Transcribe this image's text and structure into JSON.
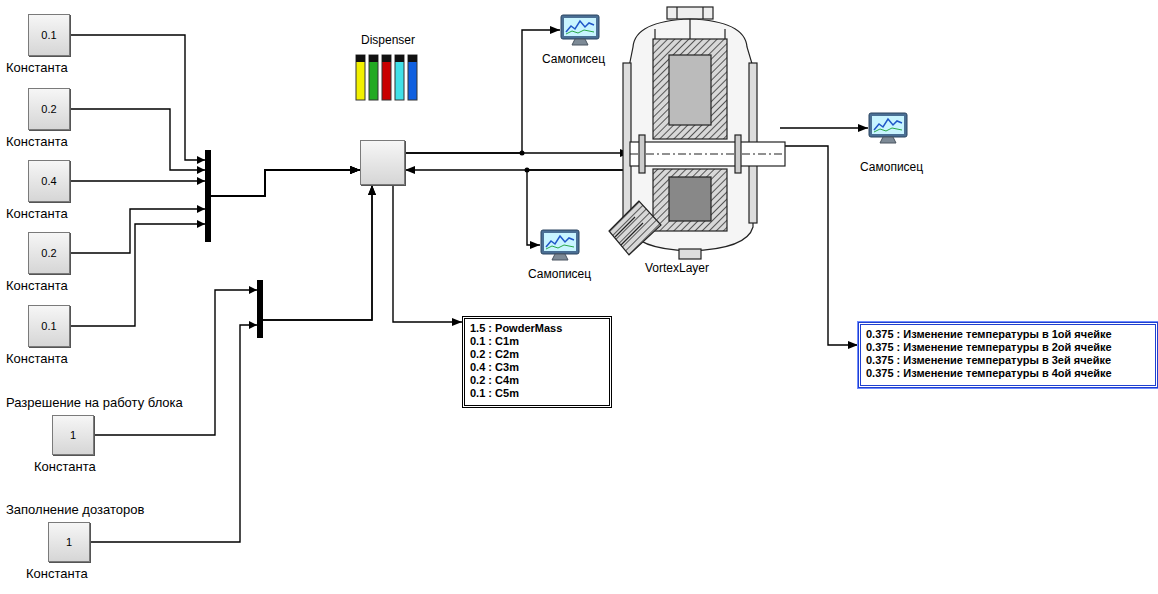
{
  "diagram": {
    "nodes": [
      {
        "text": [
          "0.1",
          "Константа"
        ]
      },
      {
        "text": [
          "0.2",
          "Константа"
        ]
      },
      {
        "text": [
          "0.4",
          "Константа"
        ]
      },
      {
        "text": [
          "0.2",
          "Константа"
        ]
      },
      {
        "text": [
          "0.1",
          "Константа"
        ]
      },
      {
        "text": [
          "Разрешение на работу блока",
          "1",
          "Константа"
        ]
      },
      {
        "text": [
          "Заполнение дозаторов",
          "1",
          "Константа"
        ]
      },
      {
        "text": [
          "Dispenser"
        ]
      },
      {
        "text": [
          "Самописец"
        ]
      },
      {
        "text": [
          "VortexLayer"
        ]
      },
      {
        "text": [
          "Самописец"
        ]
      },
      {
        "text": [
          "Самописец"
        ]
      },
      {
        "text": [
          "1.5 : PowderMass",
          "0.1 : C1m",
          "0.2 : C2m",
          "0.4 : C3m",
          "0.2 : C4m",
          "0.1 : C5m"
        ]
      },
      {
        "text": [
          "0.375 : Изменение температуры в 1ой ячейке",
          "0.375 : Изменение температуры в 2ой ячейке",
          "0.375 : Изменение температуры в 3ей ячейке",
          "0.375 : Изменение температуры в 4ой ячейке"
        ]
      }
    ],
    "edges": [
      {
        "from": 0,
        "to": 7,
        "arrow": "to"
      },
      {
        "from": 1,
        "to": 7,
        "arrow": "to"
      },
      {
        "from": 2,
        "to": 7,
        "arrow": "to"
      },
      {
        "from": 3,
        "to": 7,
        "arrow": "to"
      },
      {
        "from": 4,
        "to": 7,
        "arrow": "to"
      },
      {
        "from": 5,
        "to": 7,
        "arrow": "to"
      },
      {
        "from": 6,
        "to": 7,
        "arrow": "to"
      },
      {
        "from": 7,
        "to": 8,
        "arrow": "to"
      },
      {
        "from": 7,
        "to": 9,
        "arrow": "to"
      },
      {
        "from": 9,
        "to": 7,
        "arrow": "to"
      },
      {
        "from": 9,
        "to": 11,
        "arrow": "to"
      },
      {
        "from": 9,
        "to": 10,
        "arrow": "to"
      },
      {
        "from": 9,
        "to": 13,
        "arrow": "to"
      },
      {
        "from": 7,
        "to": 12,
        "arrow": "to"
      }
    ]
  }
}
